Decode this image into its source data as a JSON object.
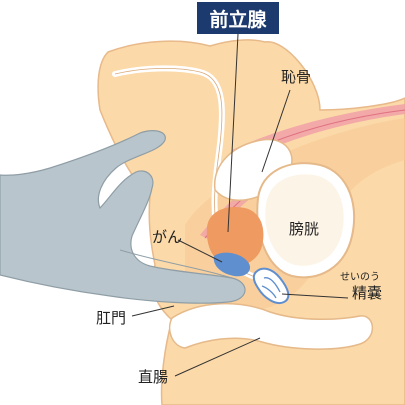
{
  "labels": {
    "prostate": "前立腺",
    "pubic_bone": "恥骨",
    "bladder": "膀胱",
    "cancer": "がん",
    "seminal_vesicle_reading": "せいのう",
    "seminal_vesicle": "精嚢",
    "anus": "肛門",
    "rectum": "直腸"
  },
  "colors": {
    "title_bg": "#1d3a6e",
    "body_tissue": "#fbd9a8",
    "prostate": "#ee9a60",
    "cancer": "#5f8fcf",
    "glove": "#b9c5cc",
    "muscle": "#f0a0a8"
  }
}
